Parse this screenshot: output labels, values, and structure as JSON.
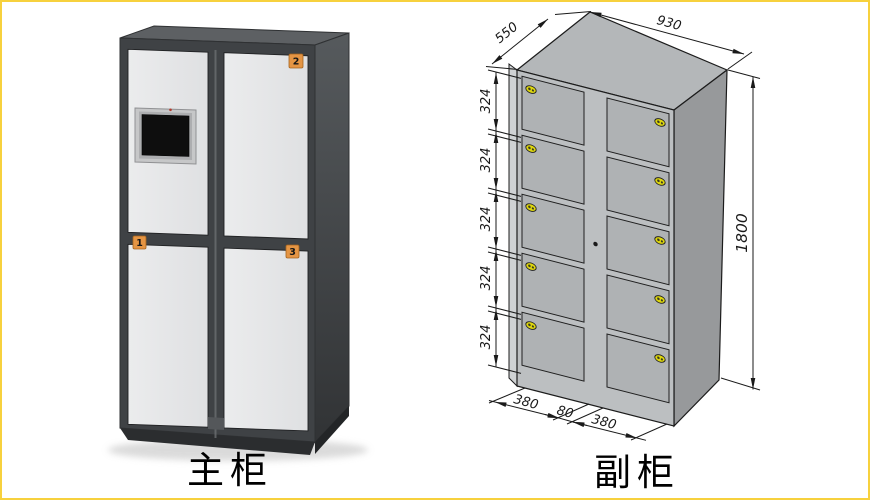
{
  "frame": {
    "border_color": "#f7d13d",
    "background": "#ffffff"
  },
  "main_cabinet": {
    "label": "主柜",
    "door_tags": [
      "1",
      "2",
      "3"
    ],
    "features": [
      "touchscreen",
      "camera-dot"
    ],
    "colors": {
      "body": "#3f4245",
      "top_face": "#5d6063",
      "side_face": "#4b4e51",
      "door": "#e8e9ea",
      "tag_background": "#e59544",
      "screen": "#0e0e0e",
      "screen_frame": "#c6c7c8",
      "camera_dot": "#b23b2e"
    }
  },
  "aux_cabinet": {
    "label": "副柜",
    "locker_grid": {
      "columns": 2,
      "rows": 5
    },
    "dimensions": {
      "depth": "550",
      "width": "930",
      "height": "1800",
      "row_heights": [
        "324",
        "324",
        "324",
        "324",
        "324"
      ],
      "bottom_widths": [
        "380",
        "80",
        "380"
      ]
    },
    "colors": {
      "front_frame": "#bcbfc1",
      "door": "#afb2b4",
      "side_face": "#97999b",
      "top_face": "#b4b7b9",
      "lock": "#ddd60e",
      "line": "#1a1a1a"
    }
  }
}
